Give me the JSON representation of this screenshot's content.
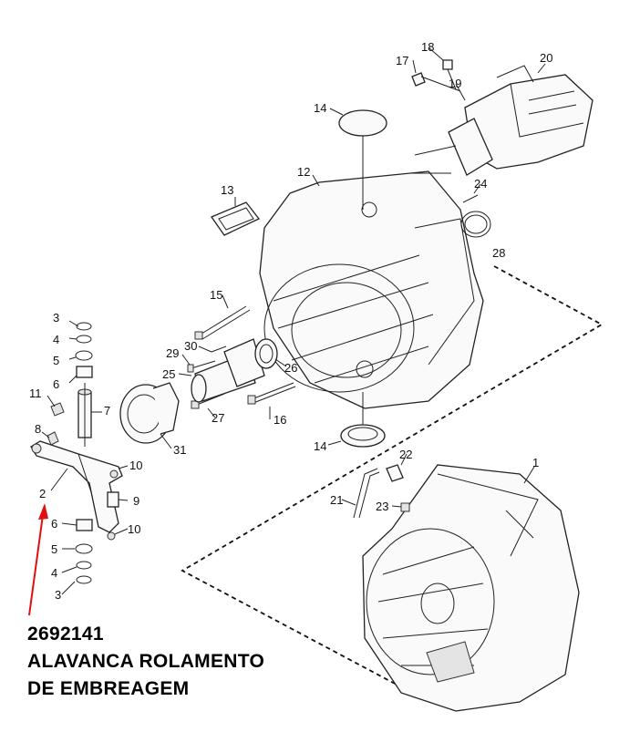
{
  "callouts": [
    "1",
    "2",
    "3",
    "4",
    "5",
    "6",
    "7",
    "8",
    "9",
    "10",
    "11",
    "12",
    "13",
    "14",
    "15",
    "16",
    "17",
    "18",
    "19",
    "20",
    "21",
    "22",
    "23",
    "24",
    "25",
    "26",
    "27",
    "28",
    "29",
    "30",
    "31"
  ],
  "caption": {
    "part_number": "2692141",
    "line1": "ALAVANCA ROLAMENTO",
    "line2": "DE EMBREAGEM"
  },
  "colors": {
    "arrow": "#e01010",
    "ink": "#111111"
  }
}
